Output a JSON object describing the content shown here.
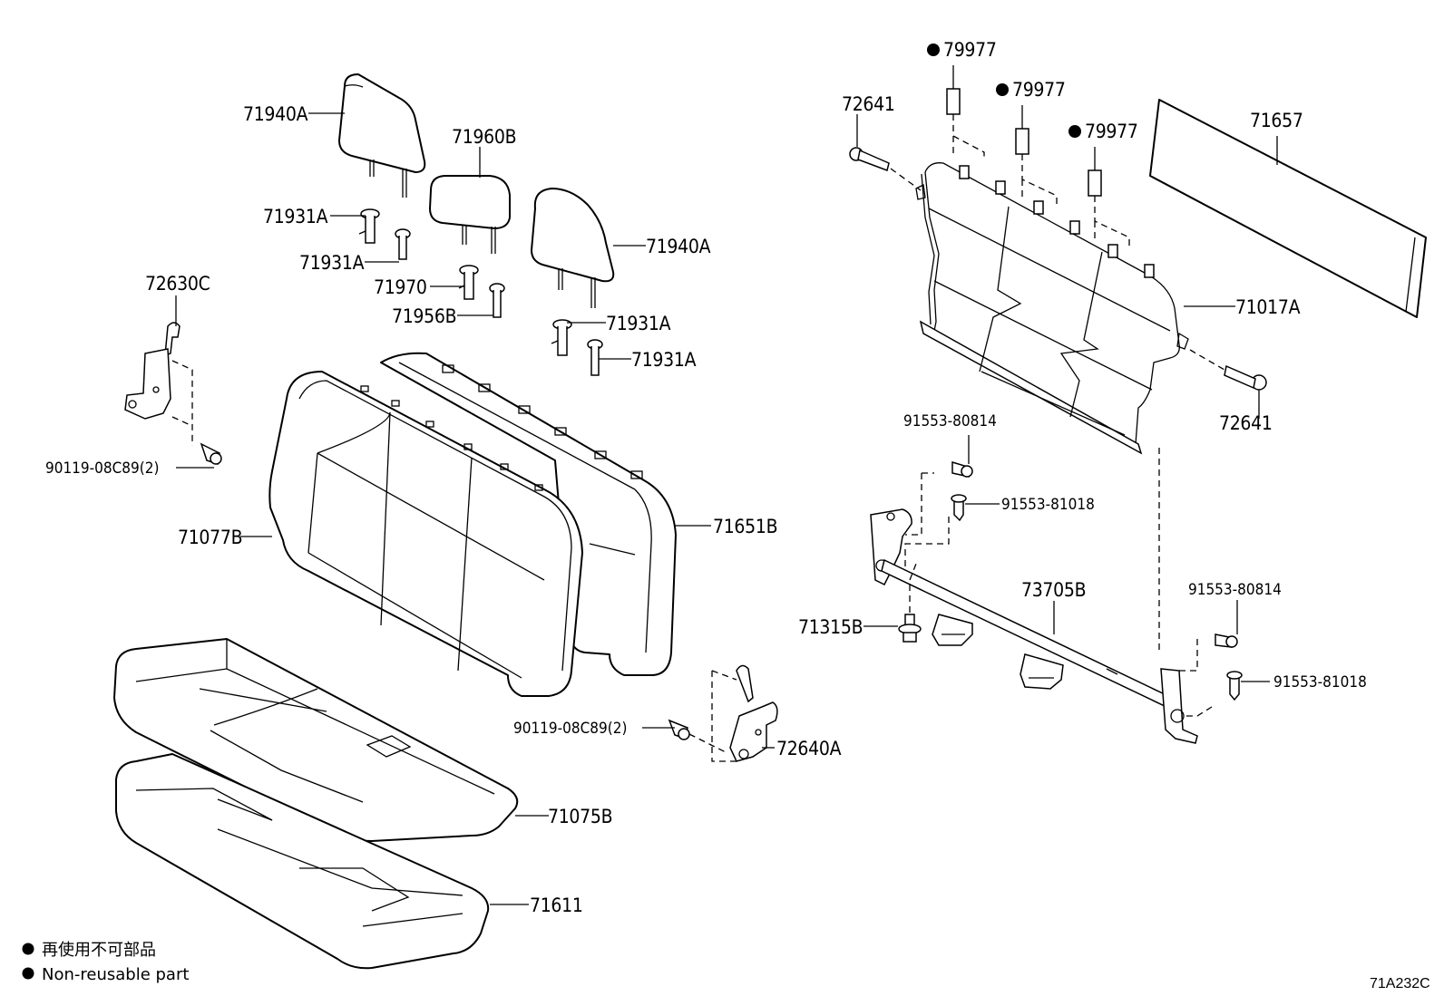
{
  "diagram": {
    "labels": {
      "headrest_left": "71940A",
      "headrest_center": "71960B",
      "headrest_right": "71940A",
      "support_1": "71931A",
      "support_2": "71931A",
      "support_3": "71931A",
      "support_4": "71931A",
      "support_center_1": "71970",
      "support_center_2": "71956B",
      "hinge_left": "72630C",
      "bolt_left": "90119-08C89(2)",
      "back_cover": "71077B",
      "back_pad": "71651B",
      "cushion_cover": "71075B",
      "cushion_pad": "71611",
      "bolt_center": "90119-08C89(2)",
      "hinge_center": "72640A",
      "grommet_1": "79977",
      "grommet_2": "79977",
      "grommet_3": "79977",
      "bolt_frame_left": "72641",
      "board": "71657",
      "frame": "71017A",
      "bolt_frame_right": "72641",
      "bolt_a1": "91553-80814",
      "bolt_b1": "91553-81018",
      "leg": "73705B",
      "stopper": "71315B",
      "bolt_a2": "91553-80814",
      "bolt_b2": "91553-81018"
    },
    "legend": {
      "line_jp": "再使用不可部品",
      "line_en": "Non-reusable part"
    },
    "ref_code": "71A232C"
  }
}
